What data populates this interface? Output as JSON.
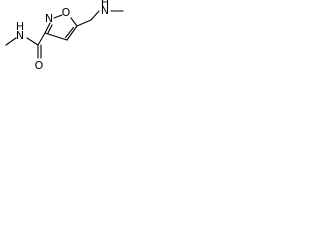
{
  "molecule": {
    "atoms": {
      "o_ring": "O",
      "n_ring": "N",
      "n_amide": "N",
      "h_amide": "H",
      "o_carbonyl": "O",
      "n_amine": "N",
      "h_amine": "H"
    },
    "colors": {
      "stroke": "#000000",
      "text": "#000000",
      "background": "#ffffff"
    }
  }
}
